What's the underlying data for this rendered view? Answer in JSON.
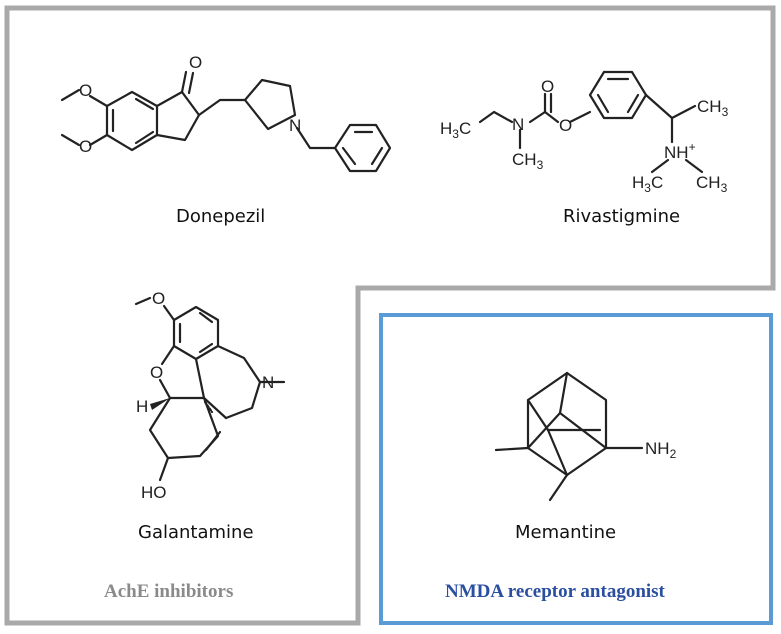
{
  "colors": {
    "ache_box_border": "#a9a9a9",
    "nmda_box_border": "#5b9bd5",
    "ache_caption": "#8a8a8a",
    "nmda_caption": "#2b4fa0"
  },
  "ache_group": {
    "caption": "AchE inhibitors",
    "molecules": {
      "donepezil": {
        "name": "Donepezil",
        "atoms": {
          "o_top": "O",
          "o_methoxy_1": "O",
          "o_methoxy_2": "O",
          "n": "N"
        }
      },
      "rivastigmine": {
        "name": "Rivastigmine",
        "atoms": {
          "h3c": "H",
          "c_label": "C",
          "n": "N",
          "ch3_n": "CH",
          "o_carbonyl": "O",
          "o_ester": "O",
          "ch3_top": "CH",
          "nh": "NH",
          "h3c_bottom": "H",
          "ch3_bottom": "CH",
          "sub3": "3",
          "plus": "+"
        }
      },
      "galantamine": {
        "name": "Galantamine",
        "atoms": {
          "o_methoxy": "O",
          "o_ring": "O",
          "h": "H",
          "n": "N",
          "ho": "HO"
        }
      }
    }
  },
  "nmda_group": {
    "caption": "NMDA receptor antagonist",
    "molecules": {
      "memantine": {
        "name": "Memantine",
        "atoms": {
          "nh": "NH",
          "sub2": "2"
        }
      }
    }
  }
}
